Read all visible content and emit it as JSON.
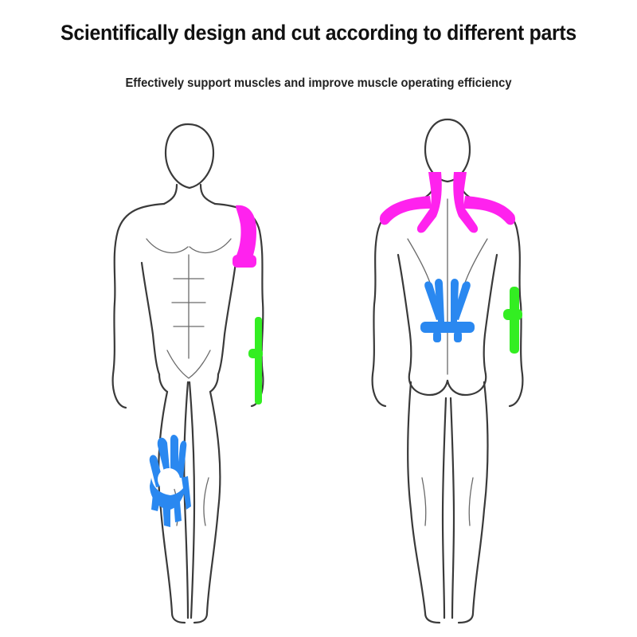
{
  "headline": "Scientifically design and cut according to different parts",
  "subline": "Effectively support muscles and improve muscle operating efficiency",
  "colors": {
    "shoulder_tape": "#ff22ee",
    "elbow_tape": "#33ee22",
    "knee_lower_back_tape": "#2a88f0",
    "outline": "#3a3a3a",
    "background": "#ffffff"
  },
  "figures": [
    {
      "view": "front",
      "tapes": [
        "shoulder",
        "forearm",
        "knee"
      ]
    },
    {
      "view": "back",
      "tapes": [
        "neck-shoulders",
        "lower-back",
        "forearm"
      ]
    }
  ]
}
